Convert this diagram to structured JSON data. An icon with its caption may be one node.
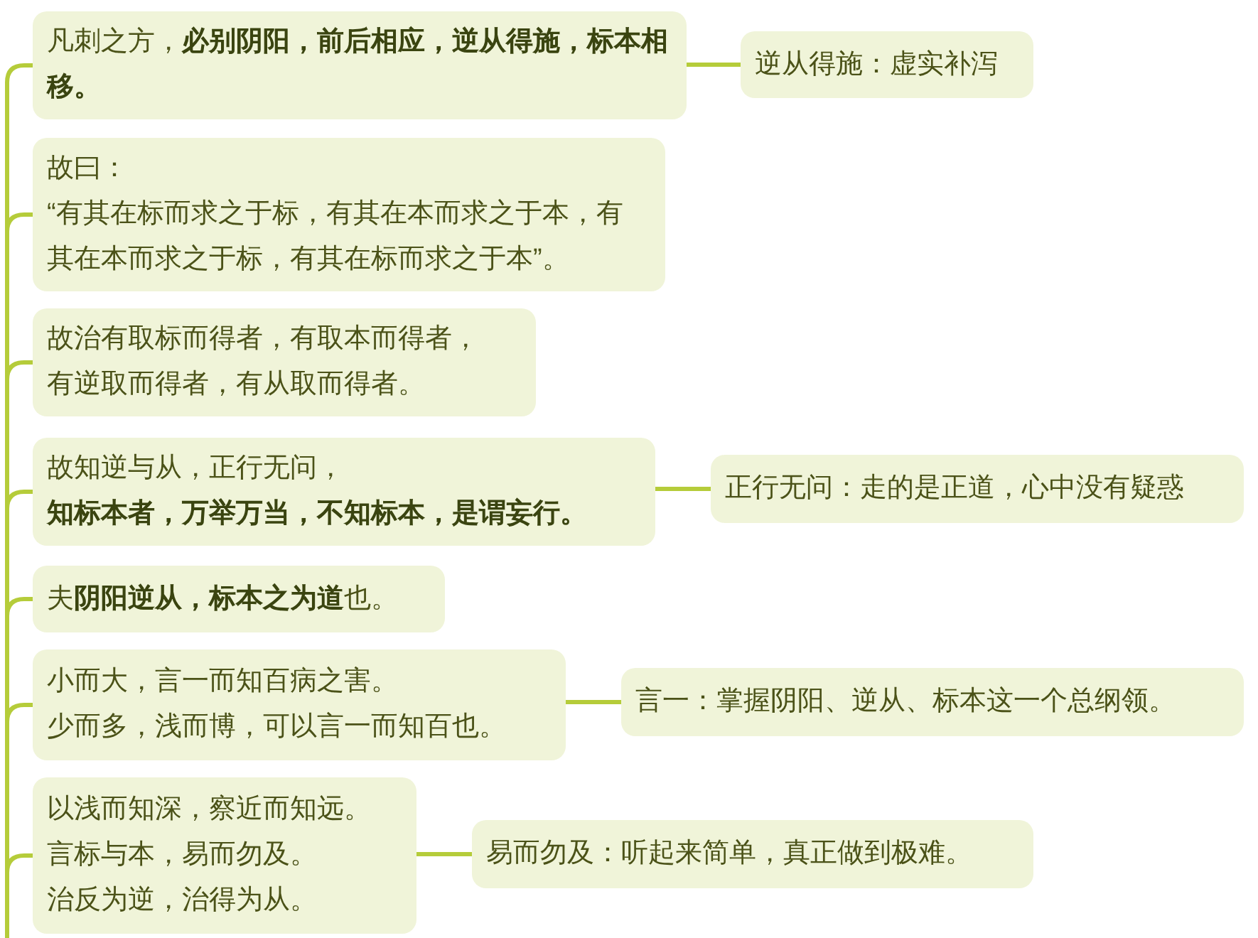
{
  "diagram": {
    "nodes": [
      {
        "text": [
          "凡刺之方，**必别阴阳，前后相应，逆从得施，标本相移。**"
        ]
      },
      {
        "text": [
          "逆从得施：虚实补泻"
        ]
      },
      {
        "text": [
          "故曰：",
          "“有其在标而求之于标，有其在本而求之于本，有其在本而求之于标，有其在标而求之于本”。"
        ]
      },
      {
        "text": [
          "故治有取标而得者，有取本而得者，",
          "有逆取而得者，有从取而得者。"
        ]
      },
      {
        "text": [
          "故知逆与从，正行无问，",
          "**知标本者，万举万当，不知标本，是谓妄行。**"
        ]
      },
      {
        "text": [
          "正行无问：走的是正道，心中没有疑惑"
        ]
      },
      {
        "text": [
          "夫**阴阳逆从，标本之为道**也。"
        ]
      },
      {
        "text": [
          "小而大，言一而知百病之害。",
          "少而多，浅而博，可以言一而知百也。"
        ]
      },
      {
        "text": [
          "言一：掌握阴阳、逆从、标本这一个总纲领。"
        ]
      },
      {
        "text": [
          "以浅而知深，察近而知远。",
          "言标与本，易而勿及。",
          "治反为逆，治得为从。"
        ]
      },
      {
        "text": [
          "易而勿及：听起来简单，真正做到极难。"
        ]
      }
    ],
    "edges": [
      {
        "from": null,
        "to": 0,
        "arrow": "none"
      },
      {
        "from": 0,
        "to": 1,
        "arrow": "none"
      },
      {
        "from": null,
        "to": 2,
        "arrow": "none"
      },
      {
        "from": null,
        "to": 3,
        "arrow": "none"
      },
      {
        "from": null,
        "to": 4,
        "arrow": "none"
      },
      {
        "from": 4,
        "to": 5,
        "arrow": "none"
      },
      {
        "from": null,
        "to": 6,
        "arrow": "none"
      },
      {
        "from": null,
        "to": 7,
        "arrow": "none"
      },
      {
        "from": 7,
        "to": 8,
        "arrow": "none"
      },
      {
        "from": null,
        "to": 9,
        "arrow": "none"
      },
      {
        "from": 9,
        "to": 10,
        "arrow": "none"
      }
    ]
  }
}
